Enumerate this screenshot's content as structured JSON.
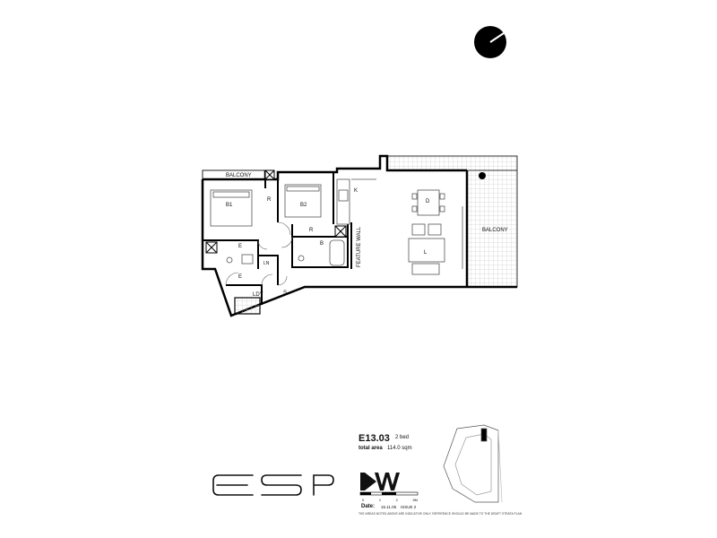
{
  "rooms": {
    "balcony_top": "BALCONY",
    "bed1": "B1",
    "bed2": "B2",
    "robe1": "R",
    "robe2": "R",
    "ensuite": "E",
    "linen": "LN",
    "entry": "E",
    "laundry": "LDY",
    "store": "S",
    "bath": "B",
    "kitchen": "K",
    "dining": "D",
    "living": "L",
    "balcony_main": "BALCONY",
    "feature_wall": "FEATURE WALL"
  },
  "info": {
    "unit_code": "E13.03",
    "unit_type": "2 bed",
    "area_label": "total area",
    "area_value": "114.0 sqm",
    "date_label": "Date:",
    "date_value": "15.11.05",
    "issue": "ISSUE 2",
    "scale_ticks": [
      "0",
      "1",
      "2",
      "5M"
    ],
    "disclaimer": "THE AREAS NOTED ABOVE ARE INDICATIVE ONLY. REFERENCE SHOULD BE MADE TO THE DRAFT STRATA PLAN"
  },
  "branding": {
    "project_logo": "ESP",
    "architect_logo": "DW"
  }
}
